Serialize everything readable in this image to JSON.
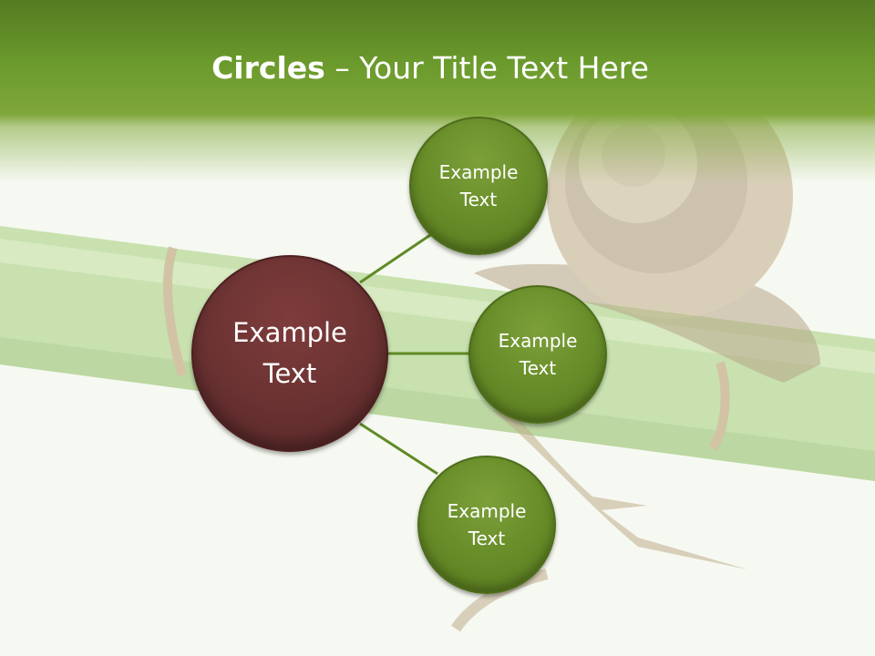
{
  "slide": {
    "title_bold": "Circles",
    "title_rest": " – Your Title Text Here"
  },
  "diagram": {
    "center": {
      "label": "Example\nText",
      "color": "#6c3333"
    },
    "satellites": [
      {
        "label": "Example\nText",
        "color": "#6a8f2a"
      },
      {
        "label": "Example\nText",
        "color": "#6a8f2a"
      },
      {
        "label": "Example\nText",
        "color": "#6a8f2a"
      }
    ],
    "connector_color": "#5f8a25"
  },
  "theme": {
    "header_color": "#6b9a2c",
    "background_color": "#f6f9f1"
  }
}
